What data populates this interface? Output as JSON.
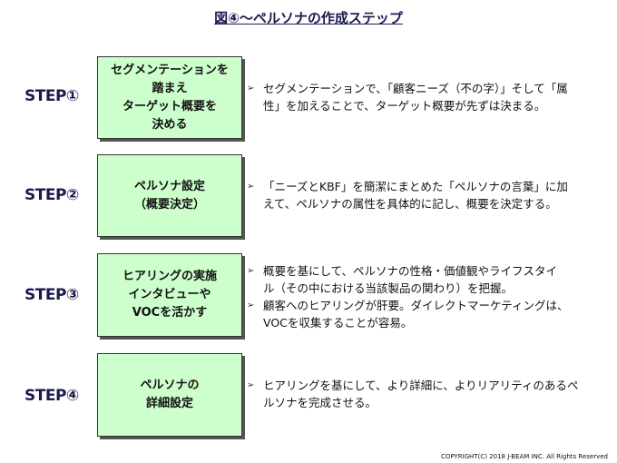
{
  "title": "図④～ペルソナの作成ステップ",
  "steps": [
    {
      "label": "STEP①",
      "box": [
        "セグメンテーションを",
        "踏まえ",
        "ターゲット概要を",
        "決める"
      ],
      "bullets": [
        [
          "セグメンテーションで、「顧客ニーズ（不の字）」そして「属",
          "性」を加えることで、ターゲット概要が先ずは決まる。"
        ]
      ]
    },
    {
      "label": "STEP②",
      "box": [
        "ペルソナ設定",
        "（概要決定）"
      ],
      "bullets": [
        [
          "「ニーズとKBF」を簡潔にまとめた「ペルソナの言葉」に加",
          "えて、ペルソナの属性を具体的に記し、概要を決定する。"
        ]
      ]
    },
    {
      "label": "STEP③",
      "box": [
        "ヒアリングの実施",
        "インタビューや",
        "VOCを活かす"
      ],
      "bullets": [
        [
          "概要を基にして、ペルソナの性格・価値観やライフスタイ",
          "ル（その中における当該製品の関わり）を把握。"
        ],
        [
          "顧客へのヒアリングが肝要。ダイレクトマーケティングは、",
          "VOCを収集することが容易。"
        ]
      ]
    },
    {
      "label": "STEP④",
      "box": [
        "ペルソナの",
        "詳細設定"
      ],
      "bullets": [
        [
          "ヒアリングを基にして、より詳細に、よりリアリティのあるペ",
          "ルソナを完成させる。"
        ]
      ]
    }
  ],
  "copyright": "COPYRIGHT(C) 2018  J-BEAM  INC. All Rights Reserved"
}
